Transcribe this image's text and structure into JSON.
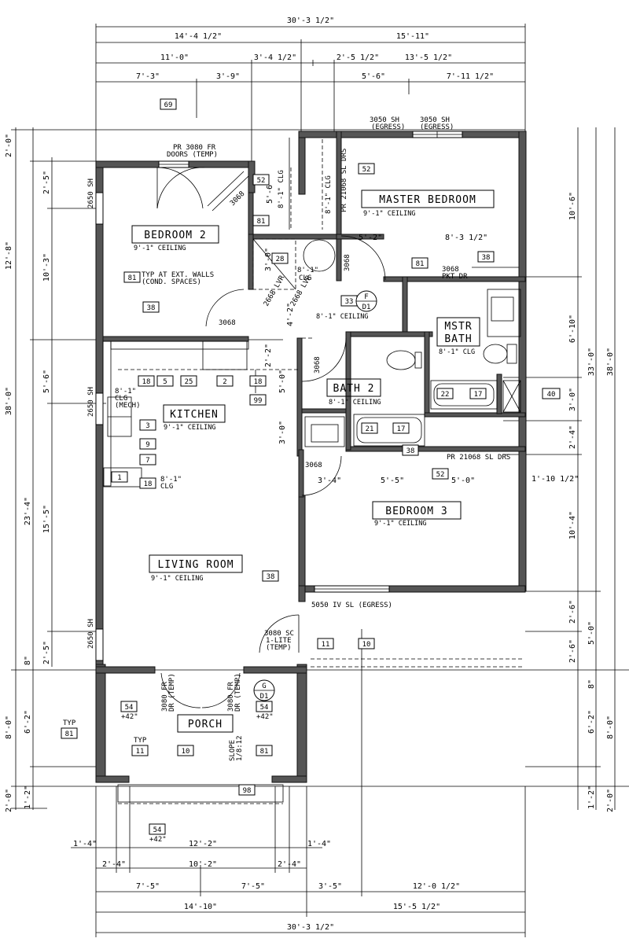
{
  "rooms": {
    "master_bedroom": {
      "name": "MASTER BEDROOM",
      "ceiling": "9'-1\" CEILING"
    },
    "bedroom_2": {
      "name": "BEDROOM 2",
      "ceiling": "9'-1\" CEILING"
    },
    "kitchen": {
      "name": "KITCHEN",
      "ceiling": "9'-1\" CEILING"
    },
    "mstr_bath": {
      "name_1": "MSTR",
      "name_2": "BATH",
      "ceiling": "8'-1\" CLG"
    },
    "bath_2": {
      "name": "BATH 2",
      "ceiling": "8'-1\" CEILING"
    },
    "bedroom_3": {
      "name": "BEDROOM 3",
      "ceiling": "9'-1\" CEILING"
    },
    "living_room": {
      "name": "LIVING ROOM",
      "ceiling": "9'-1\" CEILING"
    },
    "porch": {
      "name": "PORCH"
    },
    "hall": {
      "ceiling": "8'-1\" CEILING"
    }
  },
  "dims_top": {
    "overall": "30'-3 1/2\"",
    "r2a": "14'-4 1/2\"",
    "r2b": "15'-11\"",
    "r3a": "11'-0\"",
    "r3b": "3'-4 1/2\"",
    "r3c": "2'-5 1/2\"",
    "r3d": "13'-5 1/2\"",
    "r4a": "7'-3\"",
    "r4b": "3'-9\"",
    "r4c": "5'-6\"",
    "r4d": "7'-11 1/2\""
  },
  "dims_bottom": {
    "overall": "30'-3 1/2\"",
    "r2a": "14'-10\"",
    "r2b": "15'-5 1/2\"",
    "r3a": "7'-5\"",
    "r3b": "7'-5\"",
    "r3c": "3'-5\"",
    "r3d": "12'-0 1/2\"",
    "r4a": "2'-4\"",
    "r4b": "10'-2\"",
    "r4c": "2'-4\"",
    "r5a": "12'-2\"",
    "r6a": "1'-4\"",
    "r6b": "1'-4\""
  },
  "dims_left": {
    "overall": "38'-0\"",
    "a": "2'-0\"",
    "b": "12'-8\"",
    "c": "23'-4\"",
    "d": "8'-0\"",
    "e": "2'-0\"",
    "f": "2'-5\"",
    "g": "10'-3\"",
    "h": "5'-6\"",
    "i": "15'-5\"",
    "j": "2'-5\"",
    "k": "8\"",
    "l": "6'-2\"",
    "m": "1'-2\""
  },
  "dims_right": {
    "overall": "38'-0\"",
    "a": "33'-0\"",
    "b": "10'-6\"",
    "c": "6'-10\"",
    "d": "3'-0\"",
    "e": "2'-4\"",
    "f": "10'-4\"",
    "g": "2'-6\"",
    "h": "2'-6\"",
    "i": "5'-0\"",
    "j": "8\"",
    "k": "6'-2\"",
    "l": "8'-0\"",
    "m": "1'-2\"",
    "n": "2'-0\""
  },
  "dims_interior": {
    "d1": "5'-2\"",
    "d2": "8'-3 1/2\"",
    "d3": "3'-4\"",
    "d4": "5'-5\"",
    "d5": "5'-0\"",
    "d6": "1'-10 1/2\"",
    "d7": "4'-2\"",
    "d8": "2'-2\"",
    "d9": "5'-0\"",
    "d10": "3'-0\"",
    "d11": "5'-6\"",
    "d12": "3'-0\""
  },
  "notes": {
    "sh_egress_1": "3050 SH",
    "egress_1": "(EGRESS)",
    "sh_egress_2": "3050 SH",
    "egress_2": "(EGRESS)",
    "pr_3080_1": "PR 3080 FR",
    "pr_3080_2": "DOORS (TEMP)",
    "pr_21068_a": "PR 21068 SL DRS",
    "clg_8_1a": "8'-1\" CLG",
    "clg_8_1b": "8'-1\" CLG",
    "clg_8_1c": "8'-1\"",
    "clg_8_1c2": "CLG",
    "sh_2650_a": "2650 SH",
    "sh_2650_b": "2650 SH",
    "sh_2650_c": "2650 SH",
    "typ_ext": "TYP AT EXT. WALLS",
    "cond": "(COND. SPACES)",
    "d3068_a": "3068",
    "d3068_b": "3068",
    "d3068_c": "3068",
    "d3068_d": "3068",
    "d3068_e": "3068",
    "d3068_pkt": "3068",
    "pkt_dr": "PKT DR",
    "lvr_1": "2668 LVR",
    "lvr_2": "2668 LVR",
    "mech_1": "8'-1\"",
    "mech_2": "CLG",
    "mech_3": "(MECH)",
    "clg_kit_1": "8'-1\"",
    "clg_kit_2": "CLG",
    "pr_21068_b": "PR 21068 SL DRS",
    "iv_sl": "5050 IV SL (EGRESS)",
    "sc_1": "3080 SC",
    "sc_2": "1-LITE",
    "sc_3": "(TEMP)",
    "porch_dr_a1": "3080 FR",
    "porch_dr_a2": "DR (TEMP)",
    "porch_dr_b1": "3080 FR",
    "porch_dr_b2": "DR (TEMP)",
    "slope_1": "SLOPE",
    "slope_2": "1/8:12",
    "typ_a": "TYP",
    "typ_b": "TYP",
    "plus42_a": "+42\"",
    "plus42_b": "+42\"",
    "plus42_c": "+42\""
  },
  "tags": {
    "t69": "69",
    "t52a": "52",
    "t52b": "52",
    "t52c": "52",
    "t81a": "81",
    "t81b": "81",
    "t81c": "81",
    "t81d": "81",
    "t81e": "81",
    "t28": "28",
    "t38a": "38",
    "t38b": "38",
    "t38c": "38",
    "t38d": "38",
    "t33": "33",
    "t18a": "18",
    "t5": "5",
    "t25": "25",
    "t2": "2",
    "t18b": "18",
    "t18c": "18",
    "t99": "99",
    "t3": "3",
    "t9": "9",
    "t7": "7",
    "t1": "1",
    "t22": "22",
    "t17a": "17",
    "t17b": "17",
    "t21": "21",
    "t40": "40",
    "t11a": "11",
    "t11b": "11",
    "t10a": "10",
    "t10b": "10",
    "t54a": "54",
    "t54b": "54",
    "t54c": "54",
    "t98": "98"
  },
  "callouts": {
    "f_letter": "F",
    "f_sub": "D1",
    "g_letter": "G",
    "g_sub": "D1"
  }
}
